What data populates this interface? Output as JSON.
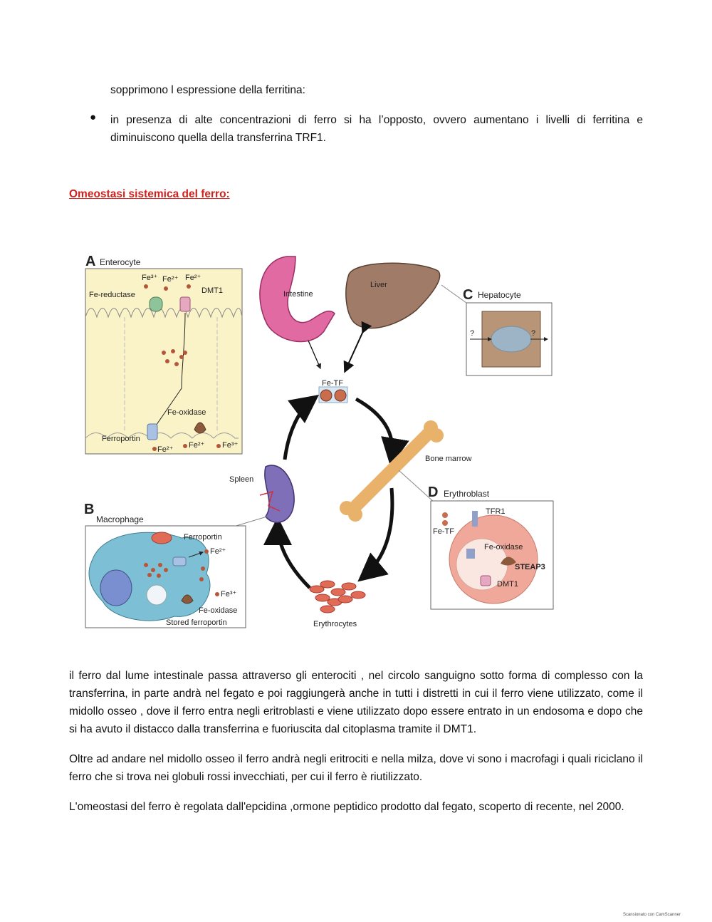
{
  "text": {
    "line1": "sopprimono l espressione della ferritina:",
    "bullet": "in presenza di alte concentrazioni di ferro si ha l’opposto, ovvero aumentano i livelli di ferritina e diminuiscono quella della transferrina TRF1.",
    "heading": "Omeostasi sistemica del ferro:",
    "p1": "il ferro dal lume intestinale passa attraverso gli enterociti , nel circolo sanguigno sotto forma di complesso con la transferrina, in parte andrà nel fegato e poi raggiungerà anche in tutti i distretti in cui il ferro viene utilizzato, come il midollo osseo , dove il ferro entra negli eritroblasti e viene utilizzato dopo essere entrato in un endosoma e dopo che si ha avuto il distacco dalla transferrina e  fuoriuscita dal citoplasma tramite il DMT1.",
    "p2": "Oltre ad andare nel midollo osseo il ferro andrà negli eritrociti e nella milza, dove vi sono i macrofagi i quali riciclano il ferro che si trova nei globuli rossi invecchiati, per cui il ferro è riutilizzato.",
    "p3": "L'omeostasi del ferro è regolata dall'epcidina ,ormone peptidico prodotto dal fegato, scoperto di recente, nel 2000.",
    "footer": "Scansionato con CamScanner"
  },
  "figure": {
    "panelA": {
      "letter": "A",
      "title": "Enterocyte",
      "fe3": "Fe³⁺",
      "fe2a": "Fe²⁺",
      "fe2b": "Fe²⁺",
      "reductase": "Fe-reductase",
      "dmt1": "DMT1",
      "oxidase": "Fe-oxidase",
      "ferroportin": "Ferroportin",
      "fe2c": "Fe²⁺",
      "fe2d": "Fe²⁺",
      "fe3b": "Fe³⁺"
    },
    "panelB": {
      "letter": "B",
      "title": "Macrophage",
      "ferroportin": "Ferroportin",
      "fe2": "Fe²⁺",
      "fe3": "Fe³⁺",
      "oxidase": "Fe-oxidase",
      "stored": "Stored ferroportin"
    },
    "panelC": {
      "letter": "C",
      "title": "Hepatocyte",
      "q1": "?",
      "q2": "?"
    },
    "panelD": {
      "letter": "D",
      "title": "Erythroblast",
      "tfr1": "TFR1",
      "fetf": "Fe-TF",
      "oxidase": "Fe-oxidase",
      "steap3": "STEAP3",
      "dmt1": "DMT1"
    },
    "center": {
      "intestine": "Intestine",
      "liver": "Liver",
      "fetf": "Fe-TF",
      "bone": "Bone marrow",
      "spleen": "Spleen",
      "erythrocytes": "Erythrocytes"
    }
  }
}
